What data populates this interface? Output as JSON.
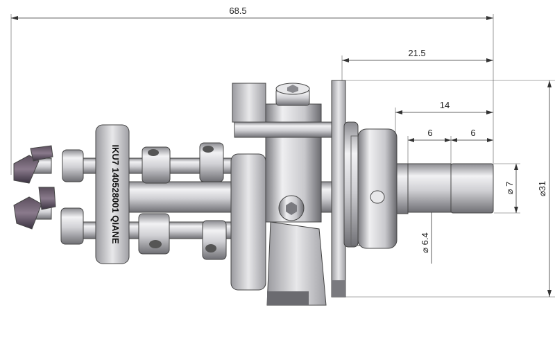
{
  "dimensions": {
    "overall_length": "68.5",
    "flange_to_tip": "21.5",
    "shaft_length": "14",
    "step_a": "6",
    "step_b": "6",
    "tip_diameter": "⌀ 7",
    "shaft_diameter": "⌀ 6.4",
    "flange_diameter": "⌀31"
  },
  "marking_text": "IKU7  140528001  QIANE",
  "colors": {
    "metal_light": "#e6e6e8",
    "metal_mid": "#b9b9bd",
    "metal_dark": "#6e6e73",
    "accent_purple": "#6b5a6e"
  }
}
